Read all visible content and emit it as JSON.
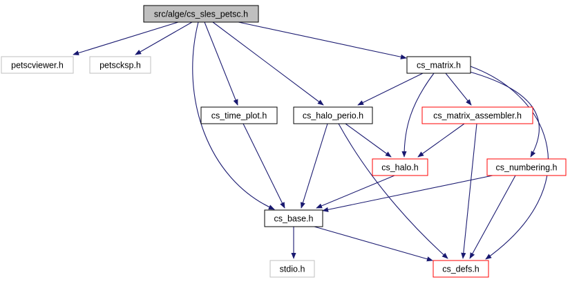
{
  "diagram": {
    "nodes": [
      {
        "id": "root",
        "label": "src/alge/cs_sles_petsc.h",
        "style": "root"
      },
      {
        "id": "petscviewer",
        "label": "petscviewer.h",
        "style": "external"
      },
      {
        "id": "petscksp",
        "label": "petscksp.h",
        "style": "external"
      },
      {
        "id": "cs_matrix",
        "label": "cs_matrix.h",
        "style": "documented"
      },
      {
        "id": "cs_time_plot",
        "label": "cs_time_plot.h",
        "style": "documented"
      },
      {
        "id": "cs_halo_perio",
        "label": "cs_halo_perio.h",
        "style": "documented"
      },
      {
        "id": "cs_matrix_assembler",
        "label": "cs_matrix_assembler.h",
        "style": "truncated"
      },
      {
        "id": "cs_halo",
        "label": "cs_halo.h",
        "style": "truncated"
      },
      {
        "id": "cs_numbering",
        "label": "cs_numbering.h",
        "style": "truncated"
      },
      {
        "id": "cs_base",
        "label": "cs_base.h",
        "style": "documented"
      },
      {
        "id": "stdio",
        "label": "stdio.h",
        "style": "external"
      },
      {
        "id": "cs_defs",
        "label": "cs_defs.h",
        "style": "truncated"
      }
    ],
    "edges": [
      {
        "from": "root",
        "to": "petscviewer"
      },
      {
        "from": "root",
        "to": "petscksp"
      },
      {
        "from": "root",
        "to": "cs_matrix"
      },
      {
        "from": "root",
        "to": "cs_time_plot"
      },
      {
        "from": "root",
        "to": "cs_halo_perio"
      },
      {
        "from": "root",
        "to": "cs_base"
      },
      {
        "from": "cs_matrix",
        "to": "cs_halo_perio"
      },
      {
        "from": "cs_matrix",
        "to": "cs_matrix_assembler"
      },
      {
        "from": "cs_matrix",
        "to": "cs_halo"
      },
      {
        "from": "cs_matrix",
        "to": "cs_numbering"
      },
      {
        "from": "cs_matrix",
        "to": "cs_defs"
      },
      {
        "from": "cs_time_plot",
        "to": "cs_base"
      },
      {
        "from": "cs_halo_perio",
        "to": "cs_halo"
      },
      {
        "from": "cs_halo_perio",
        "to": "cs_base"
      },
      {
        "from": "cs_halo_perio",
        "to": "cs_defs"
      },
      {
        "from": "cs_matrix_assembler",
        "to": "cs_halo"
      },
      {
        "from": "cs_matrix_assembler",
        "to": "cs_defs"
      },
      {
        "from": "cs_halo",
        "to": "cs_base"
      },
      {
        "from": "cs_numbering",
        "to": "cs_base"
      },
      {
        "from": "cs_numbering",
        "to": "cs_defs"
      },
      {
        "from": "cs_base",
        "to": "stdio"
      },
      {
        "from": "cs_base",
        "to": "cs_defs"
      }
    ],
    "colors": {
      "edge": "#191970",
      "root_fill": "#bfbfbf",
      "documented_border": "#000000",
      "truncated_border": "#ff0000",
      "external_border": "#bfbfbf",
      "node_fill": "#ffffff"
    }
  }
}
